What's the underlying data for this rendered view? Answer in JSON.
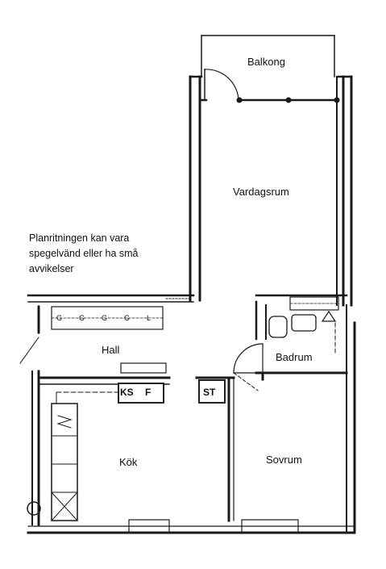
{
  "note": {
    "lines": [
      "Planritningen kan vara",
      "spegelvänd eller ha små",
      "avvikelser"
    ]
  },
  "rooms": {
    "balkong": "Balkong",
    "vardagsrum": "Vardagsrum",
    "hall": "Hall",
    "badrum": "Badrum",
    "kok": "Kök",
    "sovrum": "Sovrum"
  },
  "fixtures": {
    "ks": "KS",
    "f": "F",
    "st": "ST"
  },
  "wardrobe_marks": [
    "G",
    "G",
    "G",
    "G",
    "L"
  ]
}
